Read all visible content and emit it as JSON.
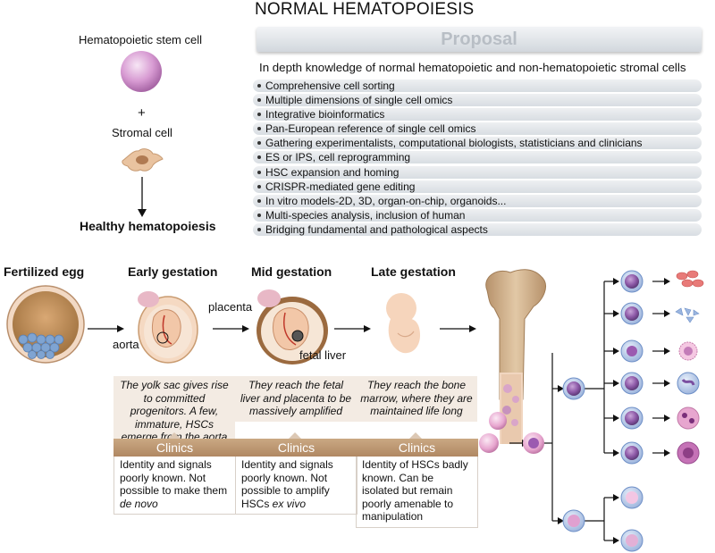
{
  "title": "NORMAL HEMATOPOIESIS",
  "left_panel": {
    "hsc_label": "Hematopoietic stem cell",
    "plus": "+",
    "stromal_label": "Stromal cell",
    "result_label": "Healthy hematopoiesis"
  },
  "proposal": {
    "banner": "Proposal",
    "heading": "In depth knowledge of normal hematopoietic and non-hematopoietic stromal cells",
    "items": [
      "Comprehensive cell sorting",
      "Multiple dimensions of single cell omics",
      "Integrative bioinformatics",
      "Pan-European reference of single cell omics",
      "Gathering experimentalists, computational biologists, statisticians and clinicians",
      "ES or IPS, cell reprogramming",
      "HSC expansion and homing",
      "CRISPR-mediated gene editing",
      "In vitro models-2D, 3D, organ-on-chip, organoids...",
      "Multi-species analysis, inclusion of human",
      "Bridging fundamental and pathological aspects"
    ]
  },
  "stages": [
    {
      "title": "Fertilized egg"
    },
    {
      "title": "Early gestation",
      "annotation": "aorta",
      "description": "The yolk sac gives rise to committed progenitors. A few, immature, HSCs emerge from the aorta",
      "clinic_label": "Clinics",
      "clinic_text": "Identity and signals poorly known. Not possible to make them ",
      "clinic_italic": "de novo"
    },
    {
      "title": "Mid gestation",
      "annotation_top": "placenta",
      "annotation": "fetal liver",
      "description": "They reach the fetal liver and placenta to be massively amplified",
      "clinic_label": "Clinics",
      "clinic_text": "Identity and signals poorly known. Not possible to amplify HSCs ",
      "clinic_italic": "ex vivo"
    },
    {
      "title": "Late gestation",
      "description": "They reach the bone marrow, where they are maintained life long",
      "clinic_label": "Clinics",
      "clinic_text": "Identity of HSCs badly known. Can be isolated but remain poorly amenable to manipulation",
      "clinic_italic": ""
    }
  ],
  "colors": {
    "purple_cell": "#8e5aa8",
    "pink_cell": "#e7a6cf",
    "bone": "#c9a882",
    "clinic_tab": "#b8916b",
    "desc_bg": "#f3ebe3"
  }
}
